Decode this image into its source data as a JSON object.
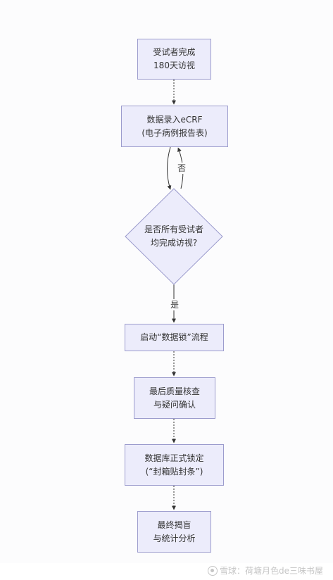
{
  "nodes": {
    "n1": [
      "受试者完成",
      "180天访视"
    ],
    "n2": [
      "数据录入eCRF",
      "(电子病例报告表)"
    ],
    "decision": [
      "是否所有受试者",
      "均完成访视?"
    ],
    "n3": [
      "启动“数据锁”流程"
    ],
    "n4": [
      "最后质量核查",
      "与疑问确认"
    ],
    "n5": [
      "数据库正式锁定",
      "(“封箱贴封条”)"
    ],
    "n6": [
      "最终揭盲",
      "与统计分析"
    ]
  },
  "edges": {
    "no_label": "否",
    "yes_label": "是"
  },
  "watermark": {
    "text": "雪球：荷塘月色de三味书屋"
  },
  "colors": {
    "node_fill": "#ececfb",
    "node_border": "#9c9ccd",
    "edge": "#333333"
  }
}
